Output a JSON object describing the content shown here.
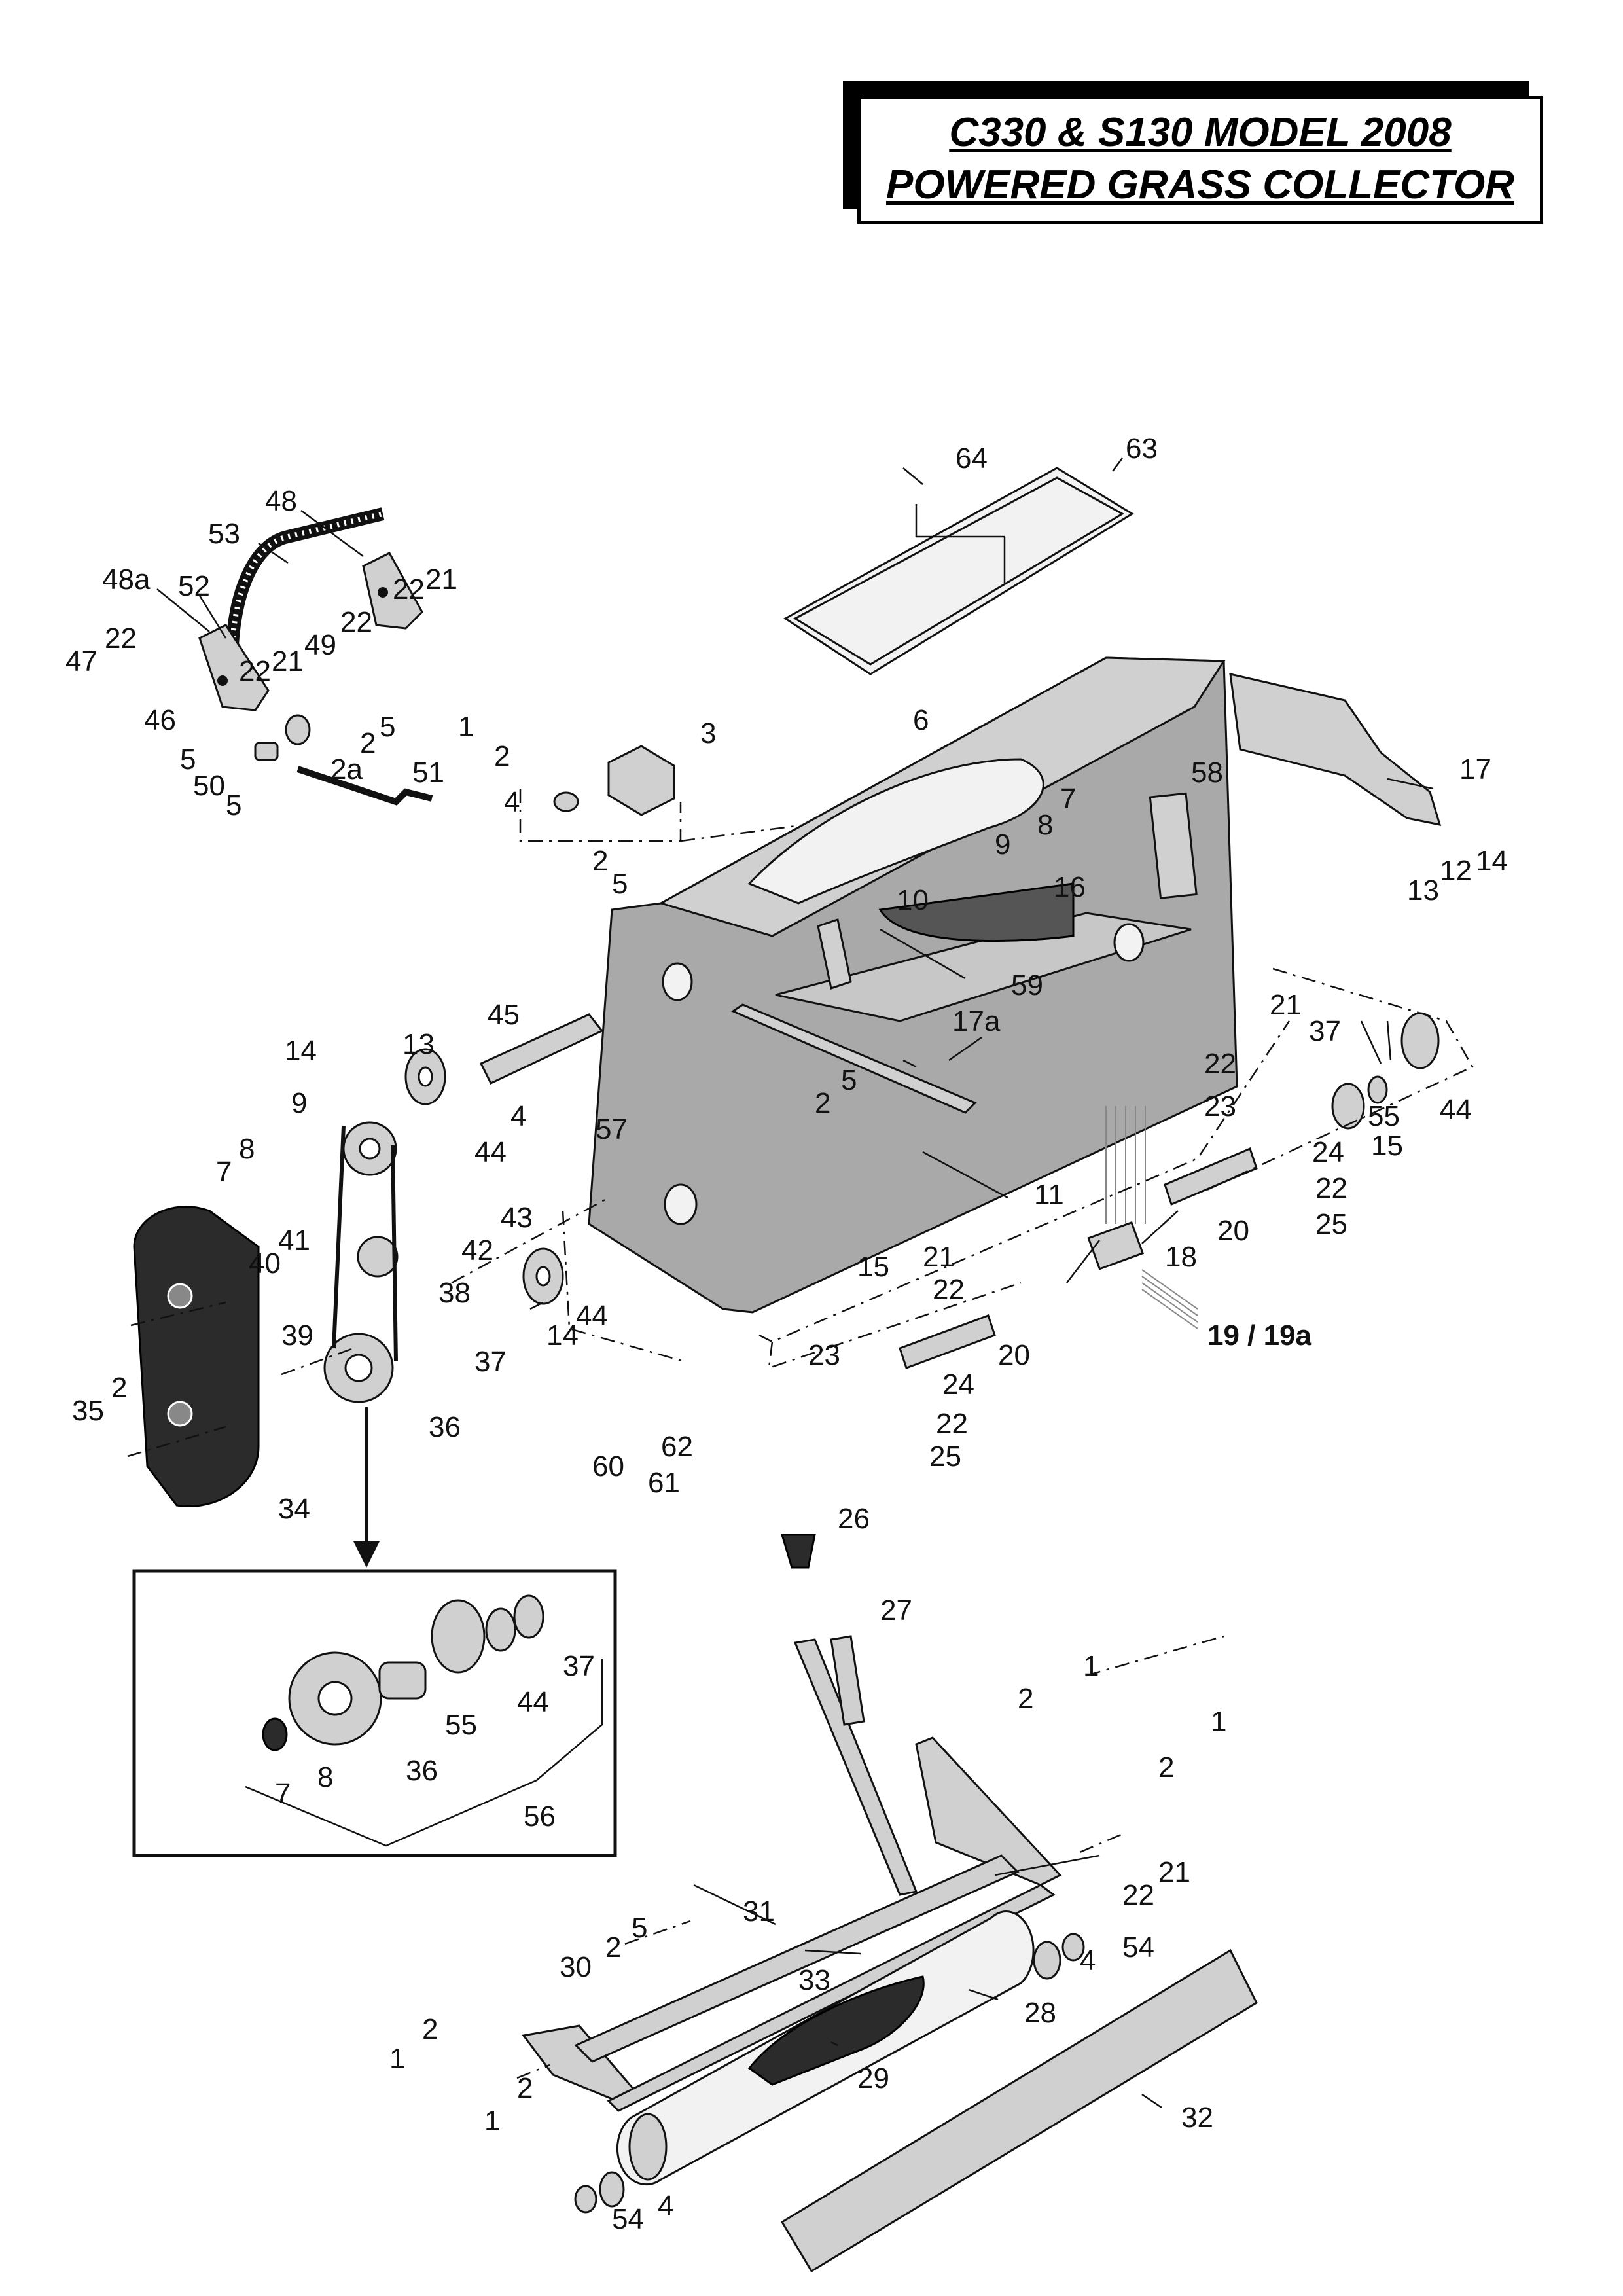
{
  "title": {
    "line1": "C330 & S130 MODEL 2008",
    "line2": "POWERED GRASS COLLECTOR"
  },
  "callouts": [
    {
      "id": "c1",
      "text": "64"
    },
    {
      "id": "c2",
      "text": "63"
    },
    {
      "id": "c3",
      "text": "48"
    },
    {
      "id": "c4",
      "text": "53"
    },
    {
      "id": "c5",
      "text": "48a"
    },
    {
      "id": "c6",
      "text": "52"
    },
    {
      "id": "c7",
      "text": "22"
    },
    {
      "id": "c8",
      "text": "21"
    },
    {
      "id": "c9",
      "text": "22"
    },
    {
      "id": "c10",
      "text": "47"
    },
    {
      "id": "c11",
      "text": "22"
    },
    {
      "id": "c12",
      "text": "21"
    },
    {
      "id": "c13",
      "text": "49"
    },
    {
      "id": "c14",
      "text": "22"
    },
    {
      "id": "c15",
      "text": "46"
    },
    {
      "id": "c16",
      "text": "5"
    },
    {
      "id": "c17",
      "text": "2"
    },
    {
      "id": "c18",
      "text": "5"
    },
    {
      "id": "c19",
      "text": "50"
    },
    {
      "id": "c20",
      "text": "2a"
    },
    {
      "id": "c21",
      "text": "5"
    },
    {
      "id": "c22",
      "text": "51"
    },
    {
      "id": "c23",
      "text": "1"
    },
    {
      "id": "c24",
      "text": "2"
    },
    {
      "id": "c25",
      "text": "3"
    },
    {
      "id": "c26",
      "text": "4"
    },
    {
      "id": "c27",
      "text": "2"
    },
    {
      "id": "c28",
      "text": "5"
    },
    {
      "id": "c29",
      "text": "6"
    },
    {
      "id": "c30",
      "text": "17"
    },
    {
      "id": "c31",
      "text": "58"
    },
    {
      "id": "c32",
      "text": "7"
    },
    {
      "id": "c33",
      "text": "8"
    },
    {
      "id": "c34",
      "text": "9"
    },
    {
      "id": "c35",
      "text": "10"
    },
    {
      "id": "c36",
      "text": "16"
    },
    {
      "id": "c37",
      "text": "14"
    },
    {
      "id": "c38",
      "text": "12"
    },
    {
      "id": "c39",
      "text": "13"
    },
    {
      "id": "c40",
      "text": "59"
    },
    {
      "id": "c41",
      "text": "17a"
    },
    {
      "id": "c42",
      "text": "45"
    },
    {
      "id": "c43",
      "text": "14"
    },
    {
      "id": "c44",
      "text": "13"
    },
    {
      "id": "c45",
      "text": "9"
    },
    {
      "id": "c46",
      "text": "4"
    },
    {
      "id": "c47",
      "text": "2"
    },
    {
      "id": "c48",
      "text": "5"
    },
    {
      "id": "c49",
      "text": "21"
    },
    {
      "id": "c50",
      "text": "37"
    },
    {
      "id": "c51",
      "text": "22"
    },
    {
      "id": "c52",
      "text": "23"
    },
    {
      "id": "c53",
      "text": "55"
    },
    {
      "id": "c54",
      "text": "44"
    },
    {
      "id": "c55",
      "text": "15"
    },
    {
      "id": "c56",
      "text": "24"
    },
    {
      "id": "c57",
      "text": "22"
    },
    {
      "id": "c58",
      "text": "25"
    },
    {
      "id": "c59",
      "text": "8"
    },
    {
      "id": "c60",
      "text": "7"
    },
    {
      "id": "c61",
      "text": "44"
    },
    {
      "id": "c62",
      "text": "57"
    },
    {
      "id": "c63",
      "text": "11"
    },
    {
      "id": "c64",
      "text": "43"
    },
    {
      "id": "c65",
      "text": "20"
    },
    {
      "id": "c66",
      "text": "42"
    },
    {
      "id": "c67",
      "text": "18"
    },
    {
      "id": "c68",
      "text": "41"
    },
    {
      "id": "c69",
      "text": "40"
    },
    {
      "id": "c70",
      "text": "38"
    },
    {
      "id": "c71",
      "text": "44"
    },
    {
      "id": "c72",
      "text": "15"
    },
    {
      "id": "c73",
      "text": "21"
    },
    {
      "id": "c74",
      "text": "22"
    },
    {
      "id": "c75",
      "text": "19 / 19a"
    },
    {
      "id": "c76",
      "text": "39"
    },
    {
      "id": "c77",
      "text": "14"
    },
    {
      "id": "c78",
      "text": "2"
    },
    {
      "id": "c79",
      "text": "37"
    },
    {
      "id": "c80",
      "text": "23"
    },
    {
      "id": "c81",
      "text": "20"
    },
    {
      "id": "c82",
      "text": "35"
    },
    {
      "id": "c83",
      "text": "36"
    },
    {
      "id": "c84",
      "text": "24"
    },
    {
      "id": "c85",
      "text": "62"
    },
    {
      "id": "c86",
      "text": "22"
    },
    {
      "id": "c87",
      "text": "60"
    },
    {
      "id": "c88",
      "text": "61"
    },
    {
      "id": "c89",
      "text": "25"
    },
    {
      "id": "c90",
      "text": "34"
    },
    {
      "id": "c91",
      "text": "26"
    },
    {
      "id": "c92",
      "text": "27"
    },
    {
      "id": "c93",
      "text": "37"
    },
    {
      "id": "c94",
      "text": "44"
    },
    {
      "id": "c95",
      "text": "55"
    },
    {
      "id": "c96",
      "text": "36"
    },
    {
      "id": "c97",
      "text": "8"
    },
    {
      "id": "c98",
      "text": "7"
    },
    {
      "id": "c99",
      "text": "56"
    },
    {
      "id": "c100",
      "text": "1"
    },
    {
      "id": "c101",
      "text": "2"
    },
    {
      "id": "c102",
      "text": "1"
    },
    {
      "id": "c103",
      "text": "2"
    },
    {
      "id": "c104",
      "text": "21"
    },
    {
      "id": "c105",
      "text": "22"
    },
    {
      "id": "c106",
      "text": "31"
    },
    {
      "id": "c107",
      "text": "54"
    },
    {
      "id": "c108",
      "text": "4"
    },
    {
      "id": "c109",
      "text": "2"
    },
    {
      "id": "c110",
      "text": "5"
    },
    {
      "id": "c111",
      "text": "30"
    },
    {
      "id": "c112",
      "text": "33"
    },
    {
      "id": "c113",
      "text": "28"
    },
    {
      "id": "c114",
      "text": "2"
    },
    {
      "id": "c115",
      "text": "1"
    },
    {
      "id": "c116",
      "text": "29"
    },
    {
      "id": "c117",
      "text": "2"
    },
    {
      "id": "c118",
      "text": "32"
    },
    {
      "id": "c119",
      "text": "1"
    },
    {
      "id": "c120",
      "text": "54"
    },
    {
      "id": "c121",
      "text": "4"
    }
  ]
}
